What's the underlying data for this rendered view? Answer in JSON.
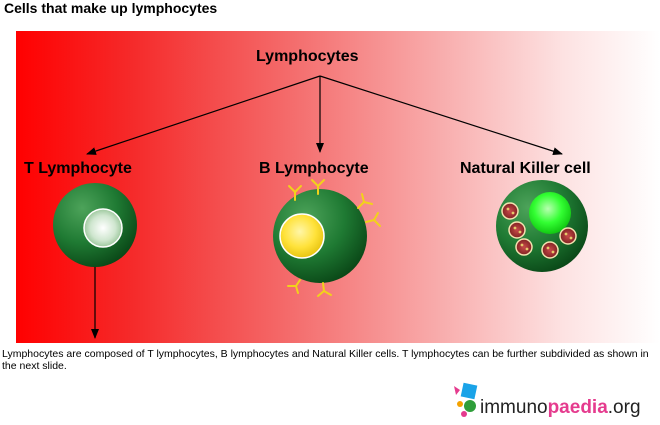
{
  "title": "Cells that make up lymphocytes",
  "diagram": {
    "root": "Lymphocytes",
    "children": [
      "T Lymphocyte",
      "B Lymphocyte",
      "Natural Killer cell"
    ]
  },
  "caption": "Lymphocytes are composed of T lymphocytes, B lymphocytes and Natural Killer cells. T lymphocytes can be further subdivided as shown in the next slide.",
  "logo": {
    "left": "immuno",
    "mid": "paedia",
    "right": ".org"
  },
  "colors": {
    "background_gradient_start": "#ff0000",
    "background_gradient_end": "#ffffff",
    "cell_green": "#1f7a33",
    "nucleus_yellow": "#ffe23a",
    "receptor_yellow": "#f2d21a",
    "nk_nucleus_green": "#33ff33",
    "granule_red": "#b33030"
  }
}
